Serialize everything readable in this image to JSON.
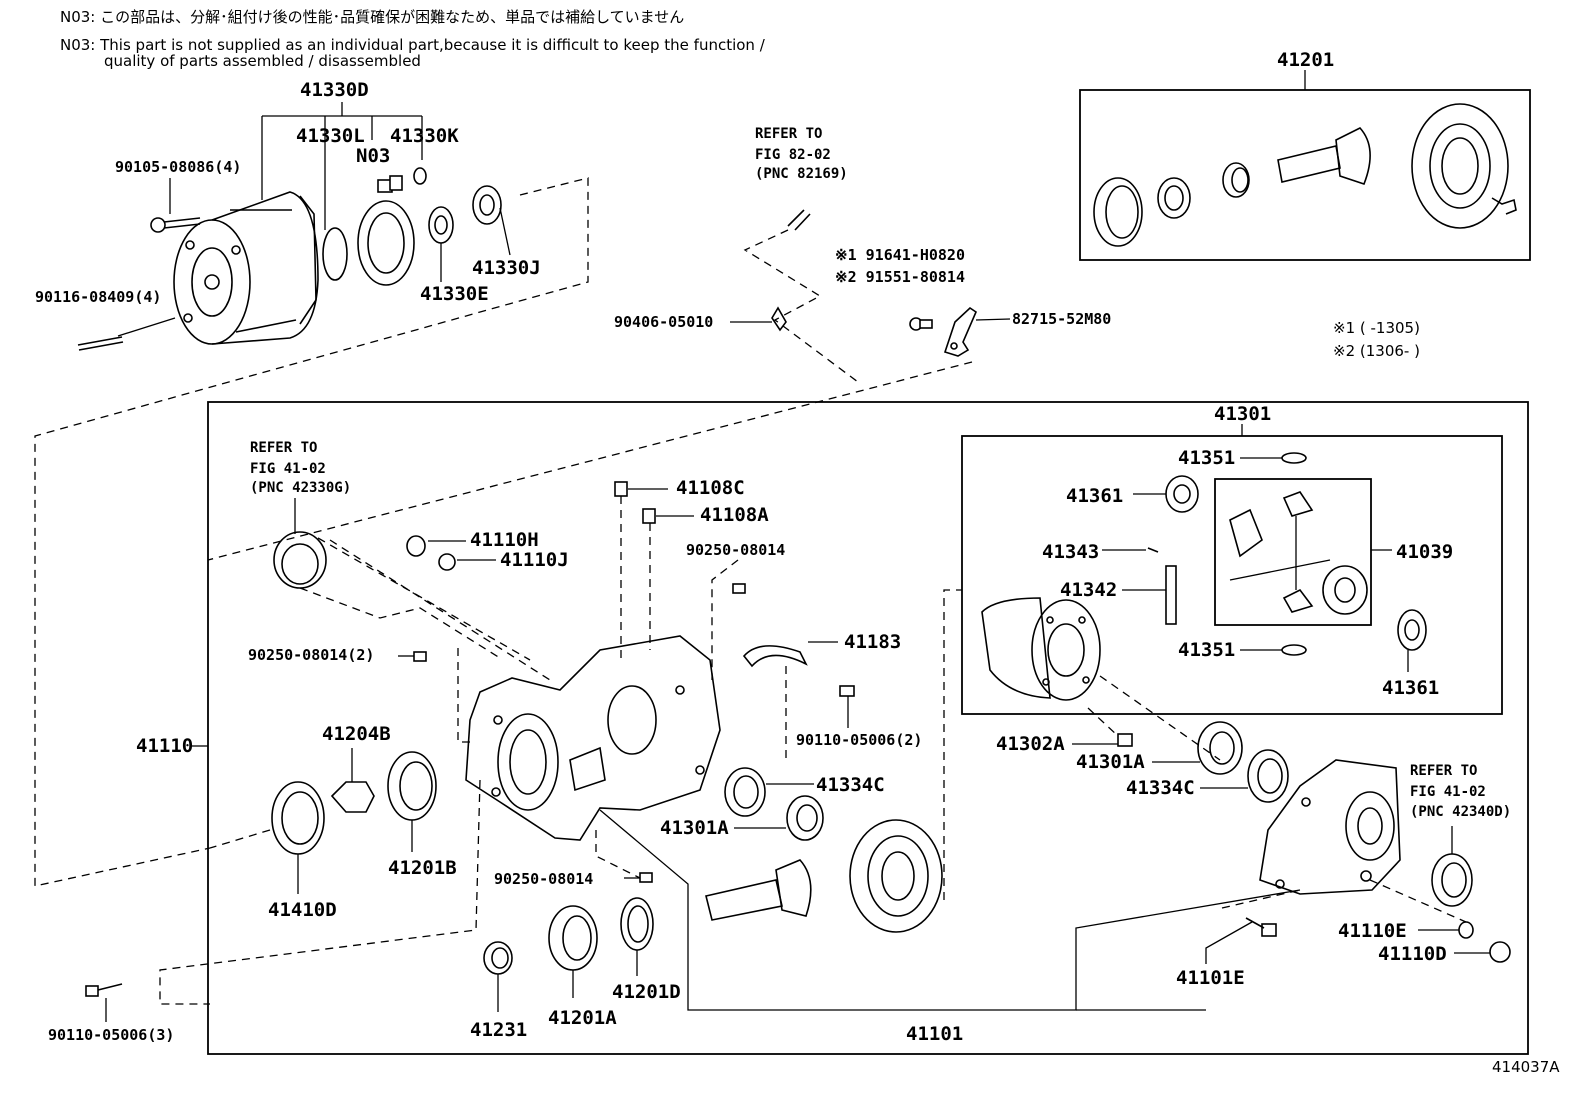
{
  "notes": {
    "jp": "N03: この部品は、分解･組付け後の性能･品質確保が困難なため、単品では補給していません",
    "en_line1": "N03: This part is not supplied as an individual part,because it is difficult to keep the function /",
    "en_line2": "quality of parts assembled / disassembled"
  },
  "ranges": {
    "r1": "※1 (      -1305)",
    "r2": "※2 (1306-      )"
  },
  "figure_id": "414037A",
  "refer": {
    "fig82": [
      "REFER TO",
      "FIG 82-02",
      "(PNC 82169)"
    ],
    "fig41a": [
      "REFER TO",
      "FIG 41-02",
      "(PNC 42330G)"
    ],
    "fig41b": [
      "REFER TO",
      "FIG 41-02",
      "(PNC 42340D)"
    ]
  },
  "labels": {
    "p41330D": "41330D",
    "p41330L": "41330L",
    "p41330K": "41330K",
    "n03": "N03",
    "p90105": "90105-08086(4)",
    "p41330J": "41330J",
    "p41330E": "41330E",
    "p90116": "90116-08409(4)",
    "p41201": "41201",
    "p91641": "※1 91641-H0820",
    "p91551": "※2 91551-80814",
    "p90406": "90406-05010",
    "p82715": "82715-52M80",
    "p41301": "41301",
    "p41351a": "41351",
    "p41361a": "41361",
    "p41343": "41343",
    "p41342": "41342",
    "p41039": "41039",
    "p41351b": "41351",
    "p41361b": "41361",
    "p41108C": "41108C",
    "p41108A": "41108A",
    "p41110H": "41110H",
    "p41110J": "41110J",
    "p90250a": "90250-08014",
    "p90250b": "90250-08014(2)",
    "p41183": "41183",
    "p90110a": "90110-05006(2)",
    "p41110": "41110",
    "p41204B": "41204B",
    "p41302A": "41302A",
    "p41301Aa": "41301A",
    "p41334Ca": "41334C",
    "p41334Cb": "41334C",
    "p41301Ab": "41301A",
    "p41410D": "41410D",
    "p41201B": "41201B",
    "p90250c": "90250-08014",
    "p41110E": "41110E",
    "p41110D": "41110D",
    "p41101E": "41101E",
    "p41231": "41231",
    "p41201A": "41201A",
    "p41201D": "41201D",
    "p41101": "41101",
    "p90110b": "90110-05006(3)"
  }
}
